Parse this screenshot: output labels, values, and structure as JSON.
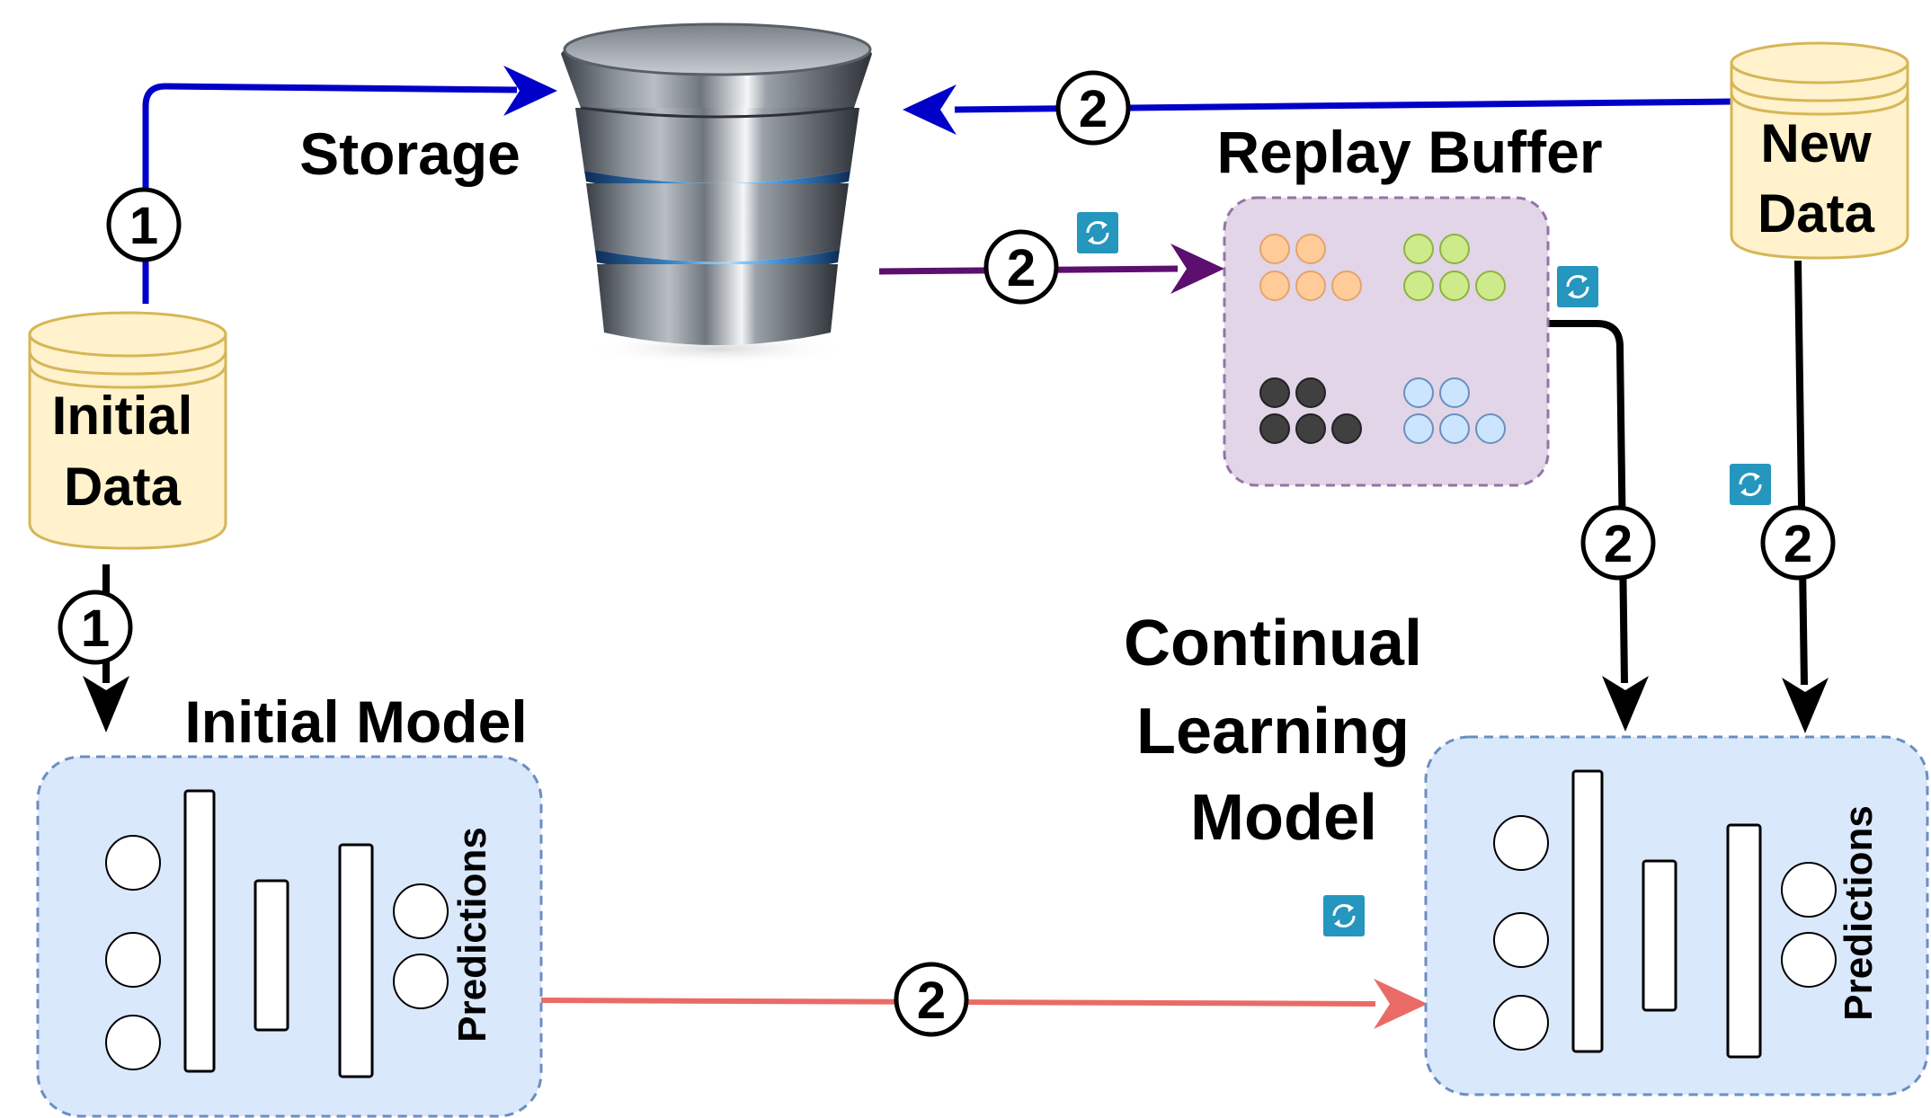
{
  "colors": {
    "blue_arrow": "#0000c8",
    "purple_arrow": "#5c0f6e",
    "black_arrow": "#000000",
    "red_arrow": "#ea6b66",
    "cylinder_fill": "#fff2cc",
    "cylinder_stroke": "#d6b656",
    "model_fill": "#dae8fc",
    "model_stroke": "#6c8ebf",
    "buffer_fill": "#e1d5e7",
    "buffer_stroke": "#9673a6",
    "orange_dot": "#ffcc99",
    "green_dot": "#cdeb8b",
    "dark_dot": "#404040",
    "lightblue_dot": "#cce5ff",
    "sync_badge": "#2596be"
  },
  "labels": {
    "storage": "Storage",
    "replay_buffer": "Replay Buffer",
    "initial_data_line1": "Initial",
    "initial_data_line2": "Data",
    "new_data_line1": "New",
    "new_data_line2": "Data",
    "initial_model": "Initial Model",
    "continual_line1": "Continual",
    "continual_line2": "Learning",
    "continual_line3": "Model",
    "predictions_left": "Predictions",
    "predictions_right": "Predictions"
  },
  "steps": {
    "initial_to_storage": "1",
    "initial_to_model": "1",
    "newdata_to_storage": "2",
    "storage_to_buffer": "2",
    "buffer_to_continual": "2",
    "newdata_to_continual": "2",
    "initial_model_to_continual": "2"
  },
  "icons": {
    "storage": "database-server-icon",
    "sync": "sync-icon"
  }
}
